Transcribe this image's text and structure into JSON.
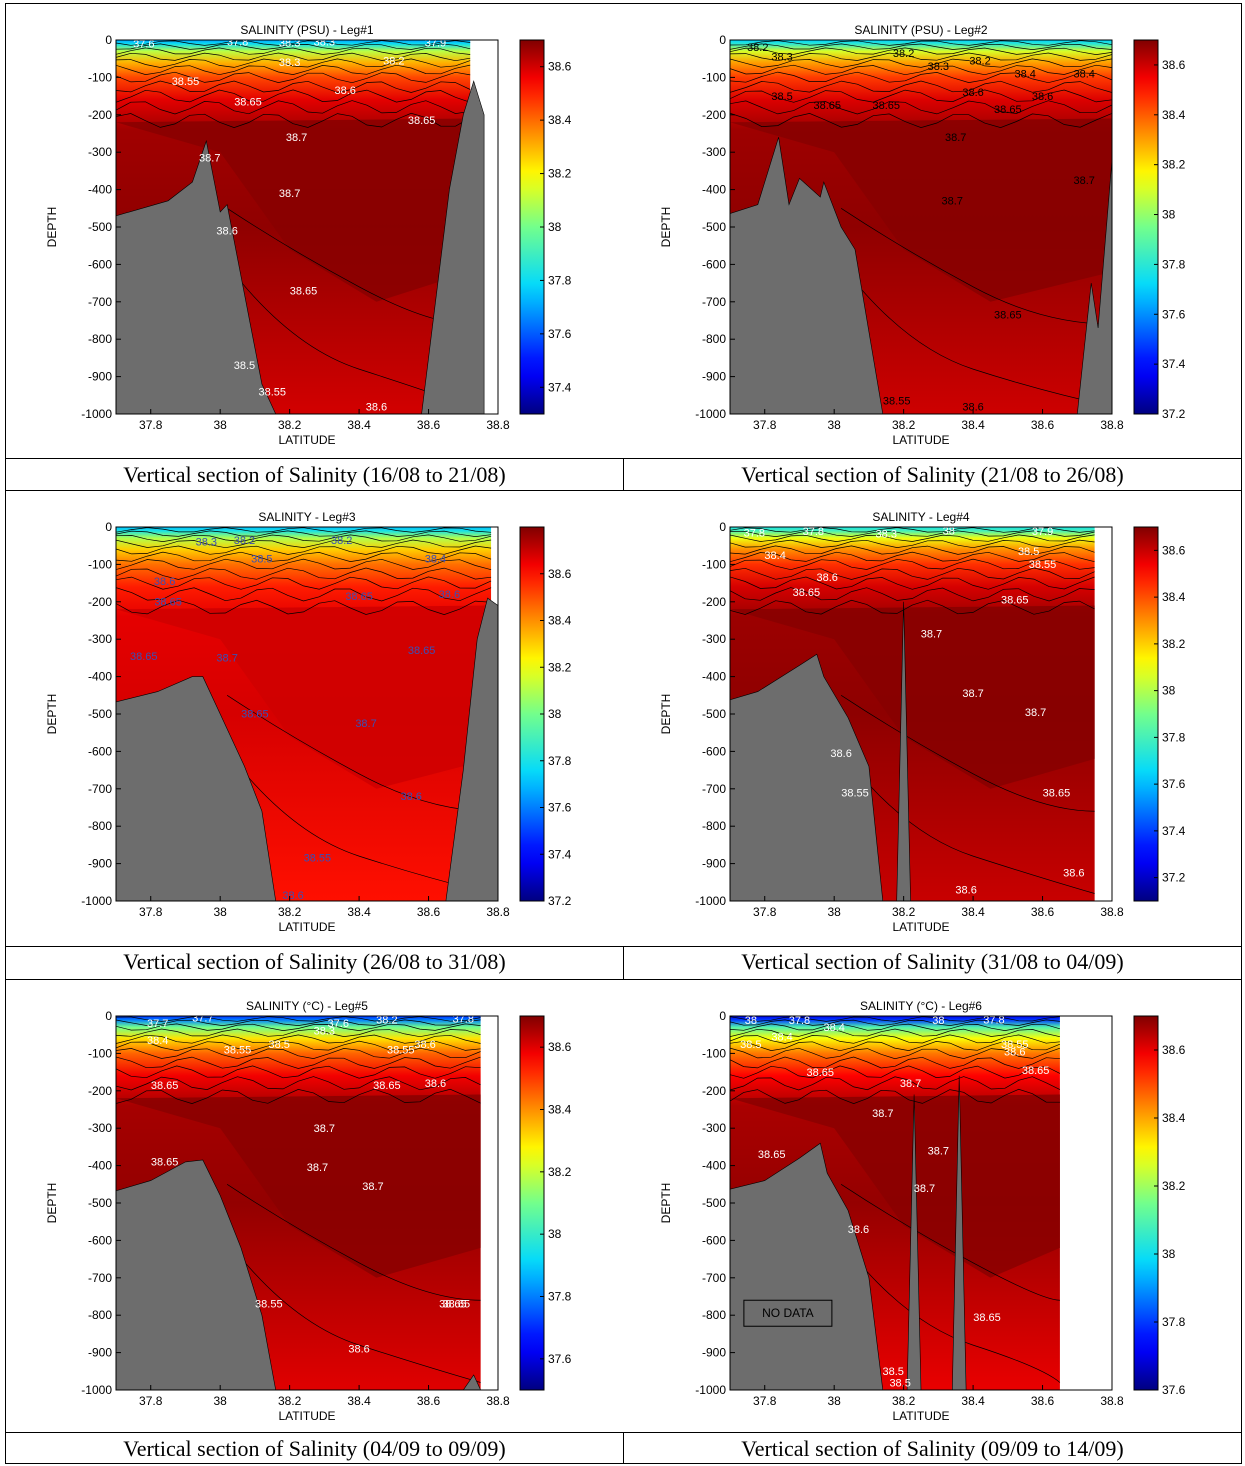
{
  "chart_data": [
    {
      "type": "heatmap",
      "title": "SALINITY (PSU) - Leg#1",
      "xlabel": "LATITUDE",
      "ylabel": "DEPTH",
      "xlim": [
        37.7,
        38.8
      ],
      "ylim": [
        -1000,
        0
      ],
      "x_ticks": [
        "37.8",
        "38",
        "38.2",
        "38.4",
        "38.6",
        "38.8"
      ],
      "y_ticks": [
        "0",
        "-100",
        "-200",
        "-300",
        "-400",
        "-500",
        "-600",
        "-700",
        "-800",
        "-900",
        "-1000"
      ],
      "colorbar": {
        "range": [
          37.3,
          38.7
        ],
        "ticks": [
          "38.6",
          "38.4",
          "38.2",
          "38",
          "37.8",
          "37.6",
          "37.4"
        ]
      },
      "contour_labels": [
        "37.6",
        "37.8",
        "38.3",
        "38.3",
        "37.9",
        "38.3",
        "38.2",
        "38.55",
        "38.6",
        "38.65",
        "38.65",
        "38.7",
        "38.7",
        "38.7",
        "38.6",
        "38.65",
        "38.5",
        "38.55",
        "38.6"
      ],
      "caption": "Vertical section of Salinity (16/08 to 21/08)"
    },
    {
      "type": "heatmap",
      "title": "SALINITY (PSU) - Leg#2",
      "xlabel": "LATITUDE",
      "ylabel": "DEPTH",
      "xlim": [
        37.7,
        38.8
      ],
      "ylim": [
        -1000,
        0
      ],
      "x_ticks": [
        "37.8",
        "38",
        "38.2",
        "38.4",
        "38.6",
        "38.8"
      ],
      "y_ticks": [
        "0",
        "-100",
        "-200",
        "-300",
        "-400",
        "-500",
        "-600",
        "-700",
        "-800",
        "-900",
        "-1000"
      ],
      "colorbar": {
        "range": [
          37.2,
          38.7
        ],
        "ticks": [
          "38.6",
          "38.4",
          "38.2",
          "38",
          "37.8",
          "37.6",
          "37.4",
          "37.2"
        ]
      },
      "contour_labels": [
        "38.2",
        "38.3",
        "38.2",
        "38.3",
        "38.2",
        "38.4",
        "38.4",
        "38.5",
        "38.6",
        "38.6",
        "38.65",
        "38.65",
        "38.65",
        "38.7",
        "38.7",
        "38.7",
        "38.65",
        "38.55",
        "38.6"
      ],
      "caption": "Vertical section of Salinity (21/08 to 26/08)"
    },
    {
      "type": "heatmap",
      "title": "SALINITY - Leg#3",
      "xlabel": "LATITUDE",
      "ylabel": "DEPTH",
      "xlim": [
        37.7,
        38.8
      ],
      "ylim": [
        -1000,
        0
      ],
      "x_ticks": [
        "37.8",
        "38",
        "38.2",
        "38.4",
        "38.6",
        "38.8"
      ],
      "y_ticks": [
        "0",
        "-100",
        "-200",
        "-300",
        "-400",
        "-500",
        "-600",
        "-700",
        "-800",
        "-900",
        "-1000"
      ],
      "colorbar": {
        "range": [
          37.2,
          38.8
        ],
        "ticks": [
          "38.6",
          "38.4",
          "38.2",
          "38",
          "37.8",
          "37.6",
          "37.4",
          "37.2"
        ]
      },
      "contour_labels": [
        "38.3",
        "38.2",
        "38.2",
        "38.5",
        "38.4",
        "38.6",
        "38.65",
        "38.65",
        "38.6",
        "38.65",
        "38.7",
        "38.65",
        "38.7",
        "38.65",
        "38.6",
        "38.55",
        "38.6"
      ],
      "caption": "Vertical section of Salinity (26/08 to 31/08)"
    },
    {
      "type": "heatmap",
      "title": "SALINITY - Leg#4",
      "xlabel": "LATITUDE",
      "ylabel": "DEPTH",
      "xlim": [
        37.7,
        38.8
      ],
      "ylim": [
        -1000,
        0
      ],
      "x_ticks": [
        "37.8",
        "38",
        "38.2",
        "38.4",
        "38.6",
        "38.8"
      ],
      "y_ticks": [
        "0",
        "-100",
        "-200",
        "-300",
        "-400",
        "-500",
        "-600",
        "-700",
        "-800",
        "-900",
        "-1000"
      ],
      "colorbar": {
        "range": [
          37.1,
          38.7
        ],
        "ticks": [
          "38.6",
          "38.4",
          "38.2",
          "38",
          "37.8",
          "37.6",
          "37.4",
          "37.2"
        ]
      },
      "contour_labels": [
        "37.8",
        "37.8",
        "38.3",
        "38",
        "37.9",
        "38.4",
        "38.5",
        "38.55",
        "38.6",
        "38.65",
        "38.65",
        "38.7",
        "38.7",
        "38.7",
        "38.6",
        "38.55",
        "38.65",
        "38.6",
        "38.6"
      ],
      "caption": "Vertical section of Salinity (31/08 to 04/09)"
    },
    {
      "type": "heatmap",
      "title": "SALINITY (°C) - Leg#5",
      "xlabel": "LATITUDE",
      "ylabel": "DEPTH",
      "xlim": [
        37.7,
        38.8
      ],
      "ylim": [
        -1000,
        0
      ],
      "x_ticks": [
        "37.8",
        "38",
        "38.2",
        "38.4",
        "38.6",
        "38.8"
      ],
      "y_ticks": [
        "0",
        "-100",
        "-200",
        "-300",
        "-400",
        "-500",
        "-600",
        "-700",
        "-800",
        "-900",
        "-1000"
      ],
      "colorbar": {
        "range": [
          37.5,
          38.7
        ],
        "ticks": [
          "38.6",
          "38.4",
          "38.2",
          "38",
          "37.8",
          "37.6"
        ]
      },
      "contour_labels": [
        "37.7",
        "37.7",
        "37.6",
        "38.2",
        "38.3",
        "37.8",
        "38.4",
        "38.55",
        "38.5",
        "38.55",
        "38.6",
        "38.65",
        "38.65",
        "38.6",
        "38.7",
        "38.65",
        "38.7",
        "38.7",
        "38.65",
        "38.65",
        "38.55",
        "38.6"
      ],
      "caption": "Vertical section of Salinity (04/09 to 09/09)"
    },
    {
      "type": "heatmap",
      "title": "SALINITY (°C) - Leg#6",
      "xlabel": "LATITUDE",
      "ylabel": "DEPTH",
      "xlim": [
        37.7,
        38.8
      ],
      "ylim": [
        -1000,
        0
      ],
      "x_ticks": [
        "37.8",
        "38",
        "38.2",
        "38.4",
        "38.6",
        "38.8"
      ],
      "y_ticks": [
        "0",
        "-100",
        "-200",
        "-300",
        "-400",
        "-500",
        "-600",
        "-700",
        "-800",
        "-900",
        "-1000"
      ],
      "colorbar": {
        "range": [
          37.6,
          38.7
        ],
        "ticks": [
          "38.6",
          "38.4",
          "38.2",
          "38",
          "37.8",
          "37.6"
        ]
      },
      "contour_labels": [
        "38",
        "37.8",
        "38",
        "37.8",
        "38.5",
        "38.4",
        "38.4",
        "38.55",
        "38.6",
        "38.65",
        "38.7",
        "38.65",
        "38.7",
        "38.65",
        "38.7",
        "38.7",
        "38.6",
        "38.65",
        "38.5",
        "38.5"
      ],
      "annotation": "NO DATA",
      "caption": "Vertical section of Salinity (09/09 to 14/09)"
    }
  ]
}
